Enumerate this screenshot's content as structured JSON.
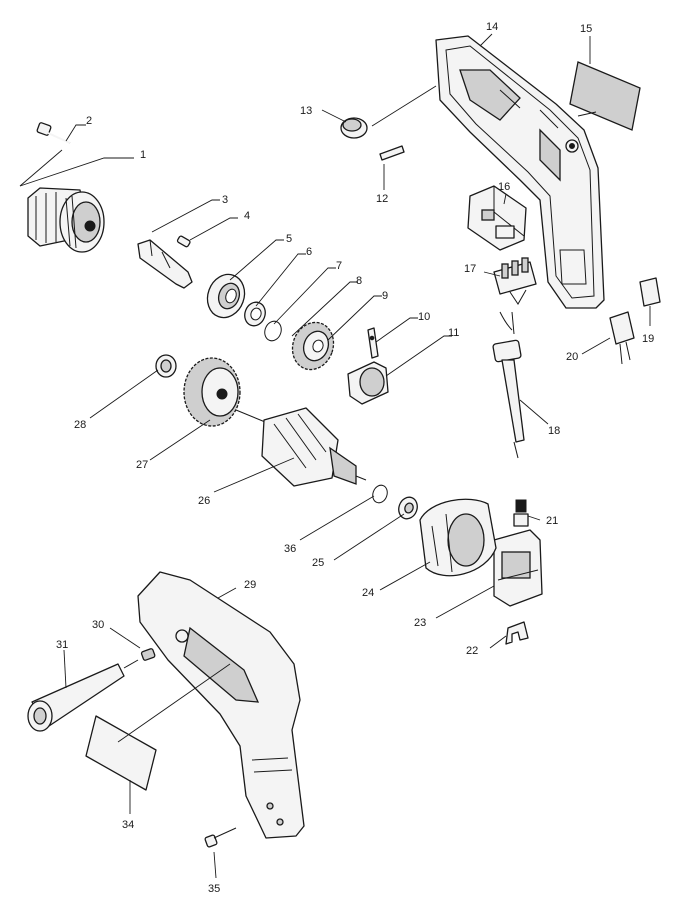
{
  "callouts": [
    {
      "id": "p1",
      "label": "1"
    },
    {
      "id": "p2",
      "label": "2"
    },
    {
      "id": "p3",
      "label": "3"
    },
    {
      "id": "p4",
      "label": "4"
    },
    {
      "id": "p5",
      "label": "5"
    },
    {
      "id": "p6",
      "label": "6"
    },
    {
      "id": "p7",
      "label": "7"
    },
    {
      "id": "p8",
      "label": "8"
    },
    {
      "id": "p9",
      "label": "9"
    },
    {
      "id": "p10",
      "label": "10"
    },
    {
      "id": "p11",
      "label": "11"
    },
    {
      "id": "p12",
      "label": "12"
    },
    {
      "id": "p13",
      "label": "13"
    },
    {
      "id": "p14",
      "label": "14"
    },
    {
      "id": "p15",
      "label": "15"
    },
    {
      "id": "p16",
      "label": "16"
    },
    {
      "id": "p17",
      "label": "17"
    },
    {
      "id": "p18",
      "label": "18"
    },
    {
      "id": "p19",
      "label": "19"
    },
    {
      "id": "p20",
      "label": "20"
    },
    {
      "id": "p21",
      "label": "21"
    },
    {
      "id": "p22",
      "label": "22"
    },
    {
      "id": "p23",
      "label": "23"
    },
    {
      "id": "p24",
      "label": "24"
    },
    {
      "id": "p25",
      "label": "25"
    },
    {
      "id": "p26",
      "label": "26"
    },
    {
      "id": "p27",
      "label": "27"
    },
    {
      "id": "p28",
      "label": "28"
    },
    {
      "id": "p29",
      "label": "29"
    },
    {
      "id": "p30",
      "label": "30"
    },
    {
      "id": "p31",
      "label": "31"
    },
    {
      "id": "p34",
      "label": "34"
    },
    {
      "id": "p35",
      "label": "35"
    },
    {
      "id": "p36",
      "label": "36"
    }
  ]
}
